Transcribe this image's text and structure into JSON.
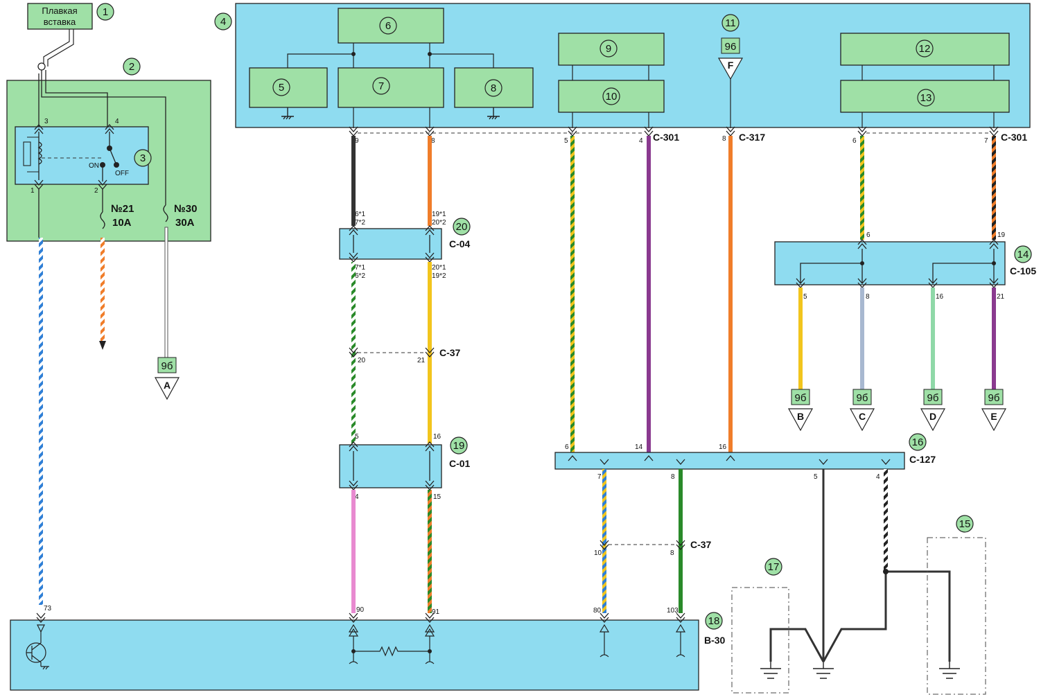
{
  "title_label": "Плавкая вставка",
  "callouts": [
    "1",
    "2",
    "3",
    "4",
    "5",
    "6",
    "7",
    "8",
    "9",
    "10",
    "11",
    "12",
    "13",
    "14",
    "15",
    "16",
    "17",
    "18",
    "19",
    "20"
  ],
  "switch_labels": {
    "on": "ON",
    "off": "OFF"
  },
  "fuses": [
    {
      "number": "№21",
      "rating": "10A"
    },
    {
      "number": "№30",
      "rating": "30A"
    }
  ],
  "connectors": {
    "c301": "C-301",
    "c317": "C-317",
    "c04": "C-04",
    "c37": "C-37",
    "c01": "C-01",
    "c105": "C-105",
    "c127": "C-127",
    "b30": "B-30"
  },
  "page_ref": "9б",
  "page_ref_top": "96",
  "off_page_refs": [
    "A",
    "F",
    "B",
    "C",
    "D",
    "E"
  ],
  "pins": {
    "relay": [
      "3",
      "4",
      "1",
      "2"
    ],
    "c301_left": [
      "9",
      "8",
      "5",
      "4"
    ],
    "c317": "8",
    "c301_right": [
      "6",
      "7"
    ],
    "c04_top": [
      "6*1",
      "7*2",
      "19*1",
      "20*2"
    ],
    "c04_bot": [
      "7*1",
      "6*2",
      "20*1",
      "19*2"
    ],
    "c37_upper": [
      "20",
      "21"
    ],
    "c01_top": [
      "5",
      "16"
    ],
    "c01_bot": [
      "4",
      "15"
    ],
    "c105_top": [
      "6",
      "19"
    ],
    "c105_bot": [
      "5",
      "8",
      "16",
      "21"
    ],
    "c127_top": [
      "6",
      "14",
      "16"
    ],
    "c127_bot": [
      "7",
      "8",
      "5",
      "4"
    ],
    "c37_lower": [
      "10",
      "8"
    ],
    "b30": [
      "73",
      "90",
      "91",
      "80",
      "103"
    ]
  },
  "colors": {
    "block_green": "#9fe0a6",
    "connector_cyan": "#8fdcf0",
    "wire_black": "#222222",
    "wire_orange": "#f07d2a",
    "wire_yellow": "#f2c51d",
    "wire_green": "#2a8a2a",
    "wire_purple": "#8a3a8f",
    "wire_pink": "#e88ad0",
    "wire_blue": "#2f7fd6",
    "wire_grey": "#a8b8d0",
    "wire_lightgreen": "#8fd8a8"
  }
}
